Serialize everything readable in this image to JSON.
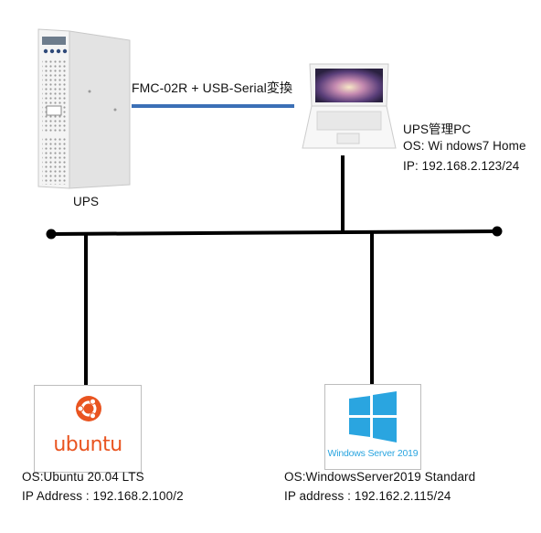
{
  "connection_label": "FMC-02R + USB-Serial変換",
  "ups": {
    "label": "UPS"
  },
  "mgmt_pc": {
    "title": "UPS管理PC",
    "os": "OS: Wi ndows7 Home",
    "ip": "IP: 192.168.2.123/24"
  },
  "ubuntu": {
    "logo_text": "ubuntu",
    "os": "OS:Ubuntu 20.04 LTS",
    "ip": "IP Address : 192.168.2.100/2"
  },
  "windows": {
    "logo_text": "Windows Server 2019",
    "os": "OS:WindowsServer2019 Standard",
    "ip": "IP address : 192.162.2.115/24"
  },
  "colors": {
    "serial_line": "#3b6fb6",
    "network_line": "#000000",
    "ubuntu_orange": "#e95420",
    "windows_blue": "#2aa5e0"
  }
}
